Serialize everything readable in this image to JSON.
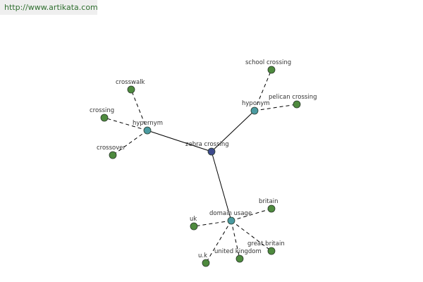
{
  "banner": {
    "url": "http://www.artikata.com"
  },
  "colors": {
    "center_node": "#3d4a8c",
    "hub_node": "#4a9aa0",
    "leaf_node": "#4e8a3e",
    "edge": "#000000"
  },
  "graph": {
    "nodes": [
      {
        "id": "center",
        "label": "zebra crossing",
        "kind": "center"
      },
      {
        "id": "hypernym",
        "label": "hypernym",
        "kind": "hub"
      },
      {
        "id": "hyponym",
        "label": "hyponym",
        "kind": "hub"
      },
      {
        "id": "domain",
        "label": "domain usage",
        "kind": "hub"
      },
      {
        "id": "crosswalk",
        "label": "crosswalk",
        "kind": "leaf"
      },
      {
        "id": "crossing",
        "label": "crossing",
        "kind": "leaf"
      },
      {
        "id": "crossover",
        "label": "crossover",
        "kind": "leaf"
      },
      {
        "id": "school",
        "label": "school crossing",
        "kind": "leaf"
      },
      {
        "id": "pelican",
        "label": "pelican crossing",
        "kind": "leaf"
      },
      {
        "id": "britain",
        "label": "britain",
        "kind": "leaf"
      },
      {
        "id": "uk",
        "label": "uk",
        "kind": "leaf"
      },
      {
        "id": "greatbritain",
        "label": "great britain",
        "kind": "leaf"
      },
      {
        "id": "unitedkingdom",
        "label": "united kingdom",
        "kind": "leaf"
      },
      {
        "id": "u.k",
        "label": "u.k",
        "kind": "leaf"
      }
    ],
    "edges": [
      {
        "from": "center",
        "to": "hypernym",
        "style": "solid"
      },
      {
        "from": "center",
        "to": "hyponym",
        "style": "solid"
      },
      {
        "from": "center",
        "to": "domain",
        "style": "solid"
      },
      {
        "from": "hypernym",
        "to": "crosswalk",
        "style": "dashed"
      },
      {
        "from": "hypernym",
        "to": "crossing",
        "style": "dashed"
      },
      {
        "from": "hypernym",
        "to": "crossover",
        "style": "dashed"
      },
      {
        "from": "hyponym",
        "to": "school",
        "style": "dashed"
      },
      {
        "from": "hyponym",
        "to": "pelican",
        "style": "dashed"
      },
      {
        "from": "domain",
        "to": "britain",
        "style": "dashed"
      },
      {
        "from": "domain",
        "to": "uk",
        "style": "dashed"
      },
      {
        "from": "domain",
        "to": "greatbritain",
        "style": "dashed"
      },
      {
        "from": "domain",
        "to": "unitedkingdom",
        "style": "dashed"
      },
      {
        "from": "domain",
        "to": "u.k",
        "style": "dashed"
      }
    ]
  }
}
